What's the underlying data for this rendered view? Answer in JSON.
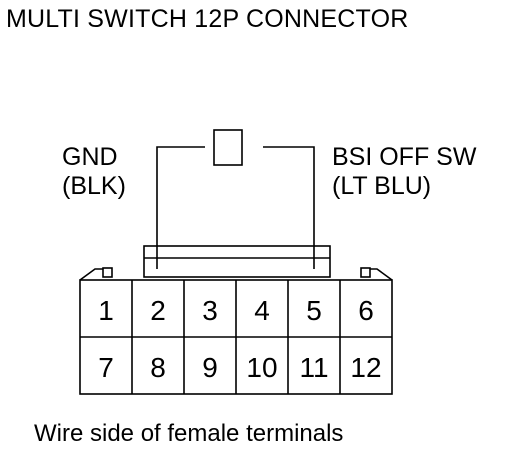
{
  "title": "MULTI SWITCH 12P CONNECTOR",
  "wires": {
    "left": {
      "name": "GND",
      "color": "(BLK)"
    },
    "right": {
      "name": "BSI OFF SW",
      "color": "(LT BLU)"
    }
  },
  "connector": {
    "top_row": [
      "1",
      "2",
      "3",
      "4",
      "5",
      "6"
    ],
    "bottom_row": [
      "7",
      "8",
      "9",
      "10",
      "11",
      "12"
    ]
  },
  "caption": "Wire side of female terminals",
  "colors": {
    "line": "#000000",
    "background": "#ffffff"
  }
}
